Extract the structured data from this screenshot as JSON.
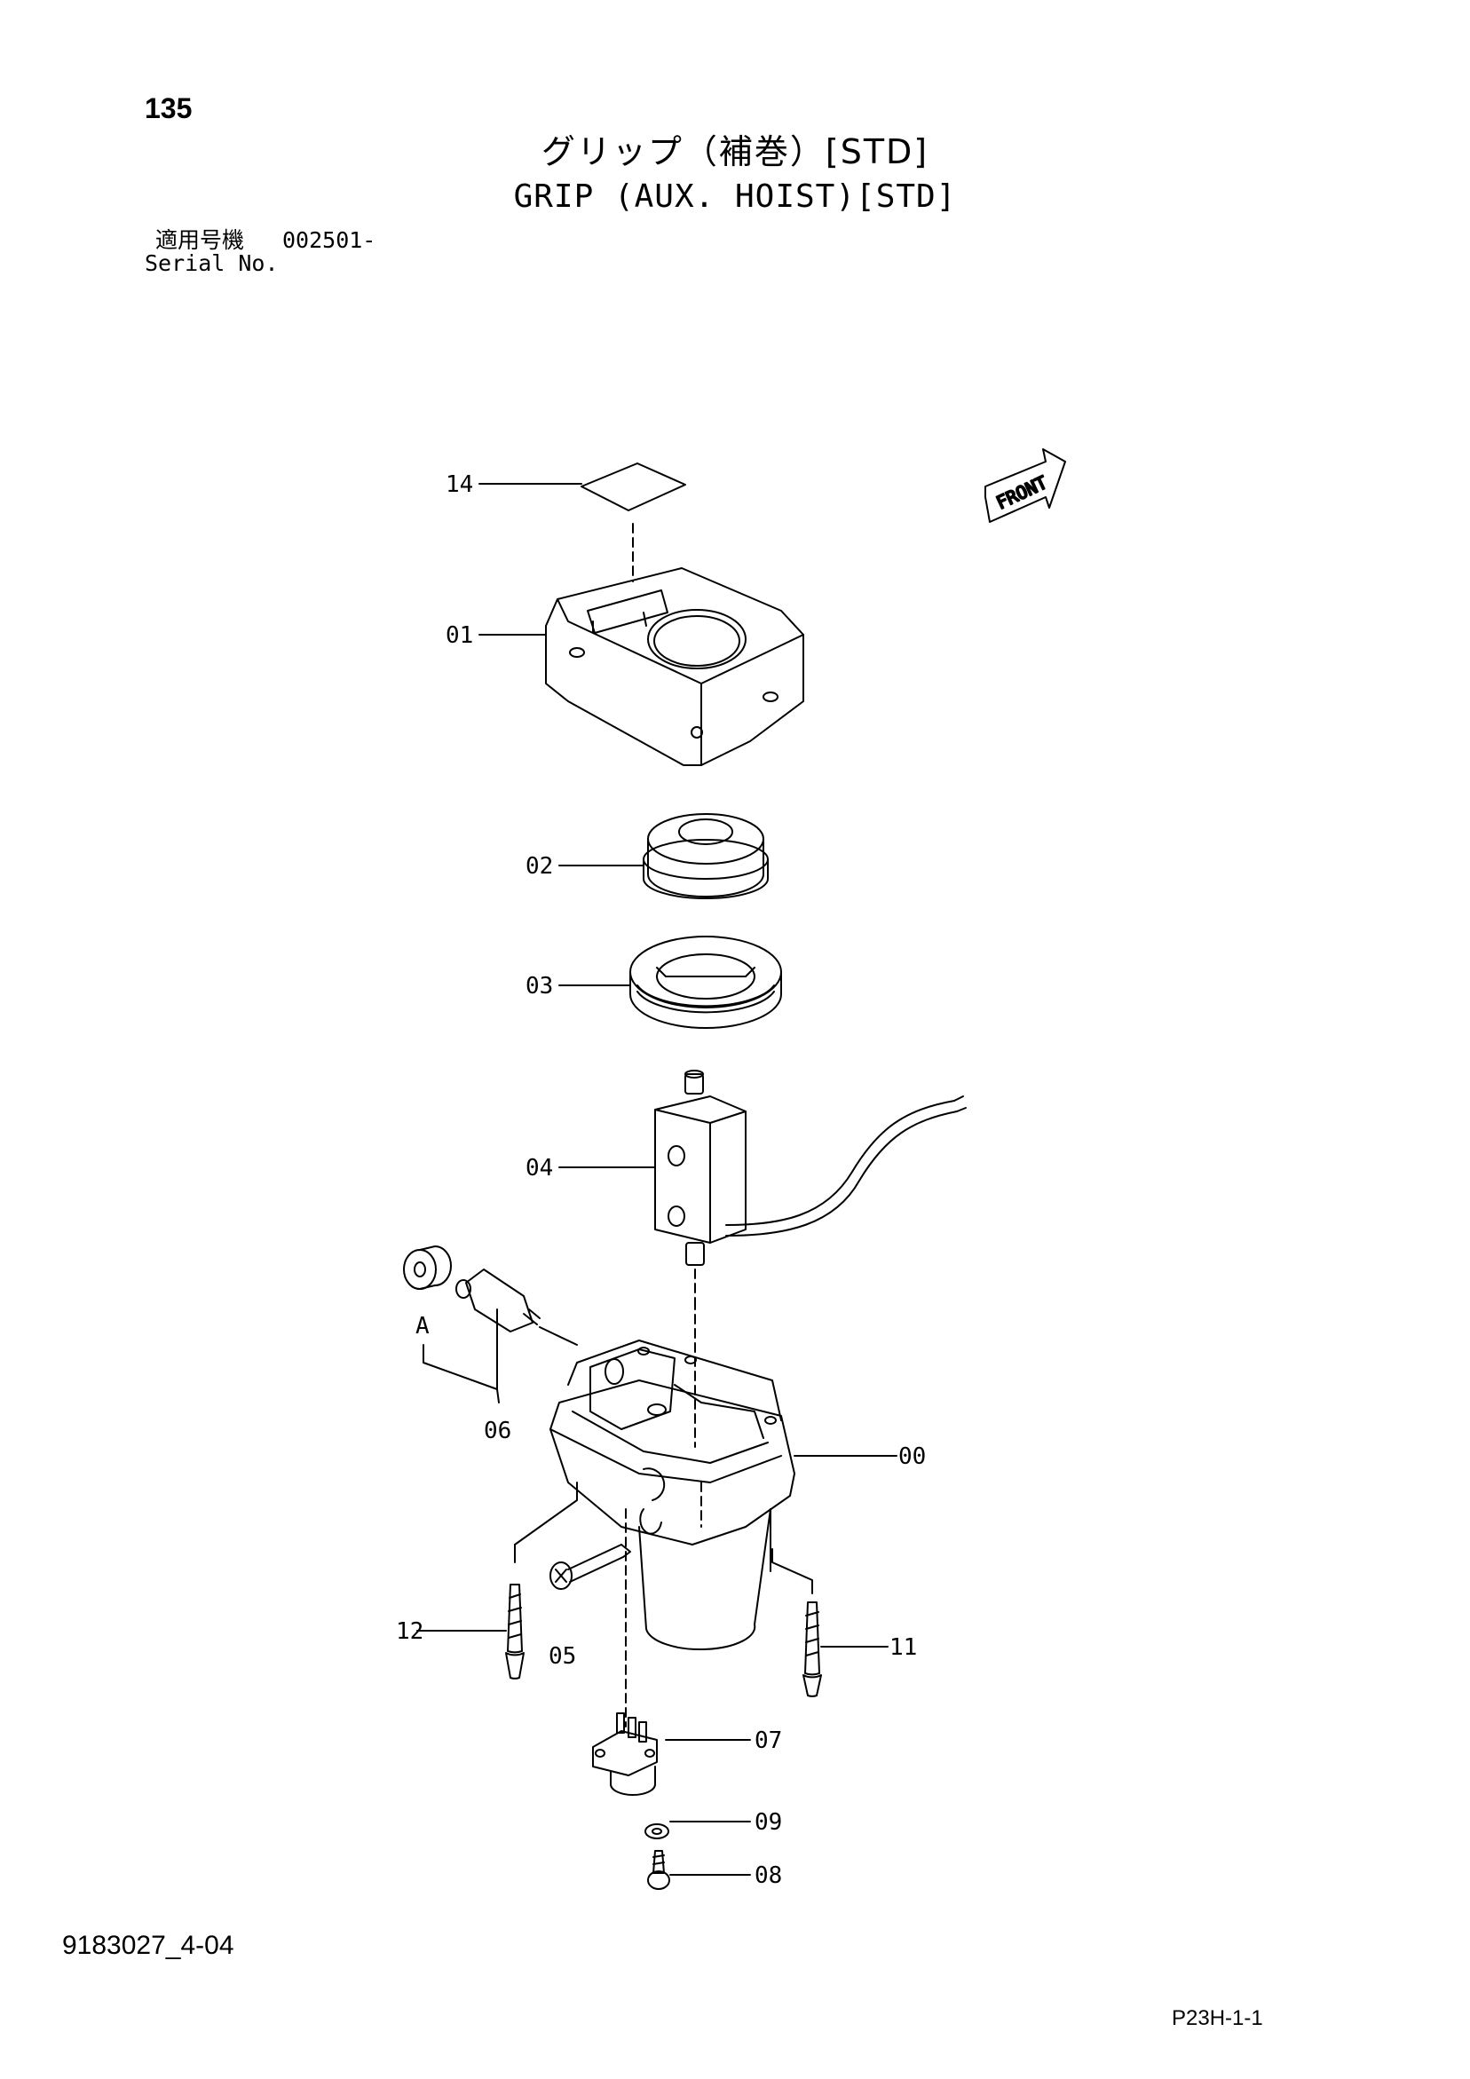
{
  "header": {
    "page_number": "135",
    "title_jp": "グリップ（補巻）[STD]",
    "title_en": "GRIP (AUX. HOIST)[STD]",
    "serial_label_jp": "適用号機",
    "serial_value": "002501-",
    "serial_label_en": "Serial No."
  },
  "footer": {
    "doc_id": "9183027_4-04",
    "page_ref": "P23H-1-1"
  },
  "diagram": {
    "front_label": "FRONT",
    "view_marker": "A",
    "callouts": {
      "c14": "14",
      "c01": "01",
      "c02": "02",
      "c03": "03",
      "c04": "04",
      "c06": "06",
      "c00": "00",
      "c12": "12",
      "c05": "05",
      "c11": "11",
      "c07": "07",
      "c09": "09",
      "c08": "08"
    }
  },
  "colors": {
    "line": "#000000",
    "background": "#ffffff"
  }
}
